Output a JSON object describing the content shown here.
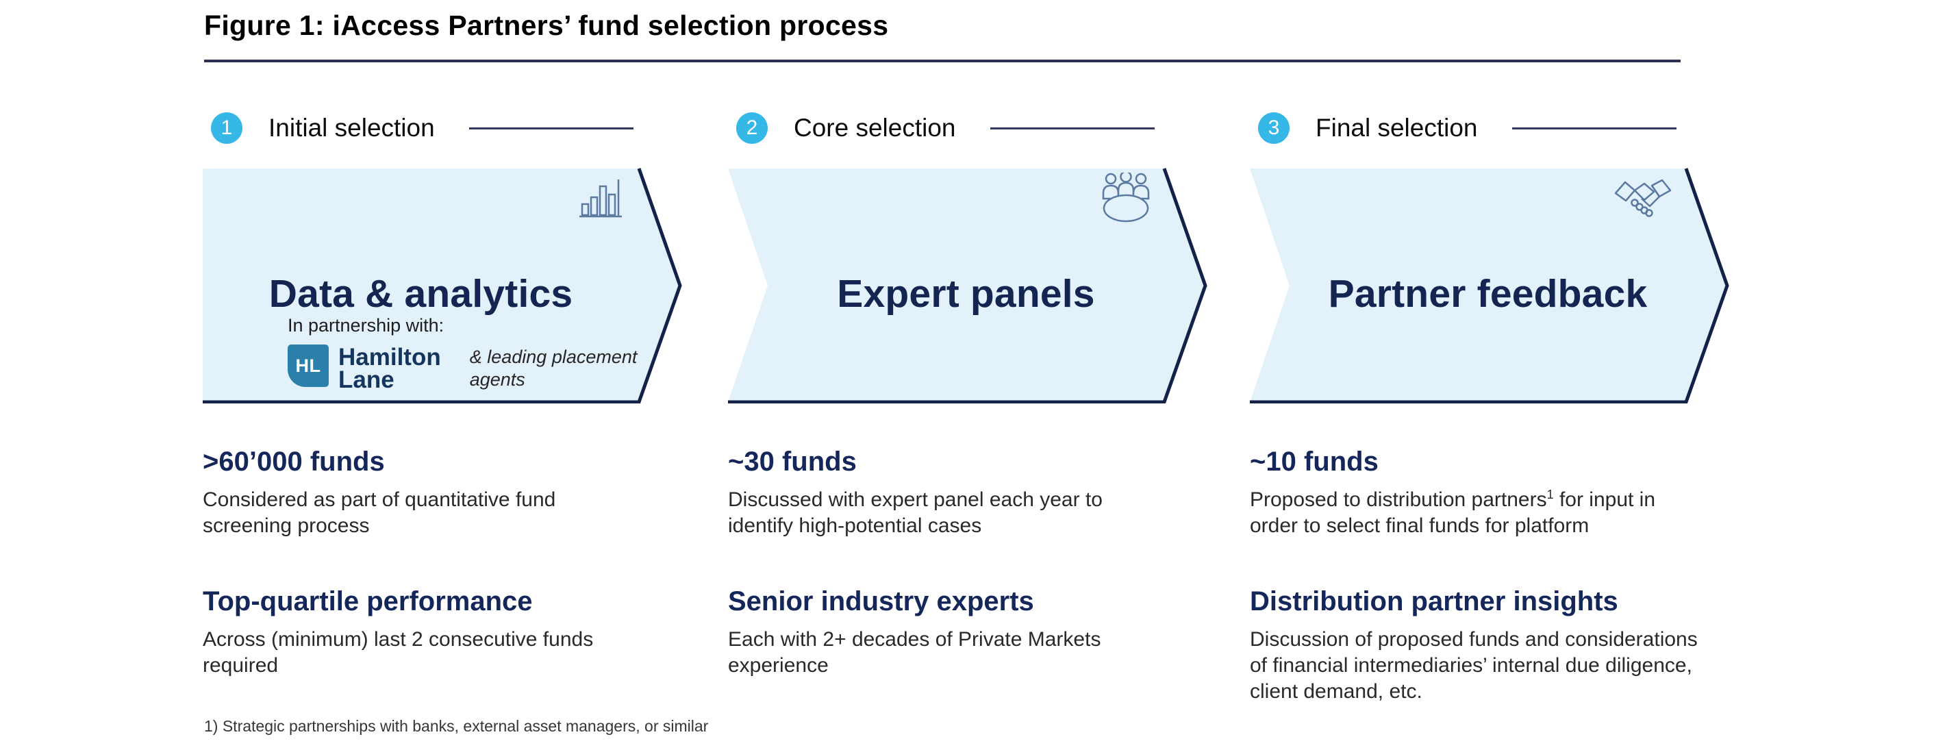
{
  "figure": {
    "title": "Figure 1: iAccess Partners’ fund selection process",
    "footnote": "1) Strategic partnerships with banks, external asset managers, or similar"
  },
  "colors": {
    "accent_cyan": "#35b7e7",
    "heading_navy": "#15275a",
    "arrow_fill": "#e3f1fb",
    "arrow_border_navy": "#14224a",
    "logo_teal": "#2a80aa",
    "icon_stroke": "#5a7aa0",
    "body_text": "#292929"
  },
  "steps": [
    {
      "number": "1",
      "label": "Initial selection",
      "arrow_title": "Data & analytics",
      "icon": "bar-chart-icon",
      "partnership": {
        "label": "In partnership with:",
        "logo_monogram": "HL",
        "logo_name": "Hamilton\nLane",
        "extra": "& leading placement\nagents"
      },
      "sections": [
        {
          "heading": ">60’000 funds",
          "body": "Considered as part of quantitative fund\nscreening process",
          "body_sup": "",
          "body_rest": ""
        },
        {
          "heading": "Top-quartile performance",
          "body": "Across (minimum) last 2 consecutive funds\nrequired",
          "body_sup": "",
          "body_rest": ""
        }
      ]
    },
    {
      "number": "2",
      "label": "Core selection",
      "arrow_title": "Expert panels",
      "icon": "expert-panel-icon",
      "sections": [
        {
          "heading": "~30 funds",
          "body": "Discussed with expert panel each year to\nidentify high-potential cases",
          "body_sup": "",
          "body_rest": ""
        },
        {
          "heading": "Senior industry experts",
          "body": "Each with 2+ decades of Private Markets\nexperience",
          "body_sup": "",
          "body_rest": ""
        }
      ]
    },
    {
      "number": "3",
      "label": "Final selection",
      "arrow_title": "Partner feedback",
      "icon": "handshake-icon",
      "sections": [
        {
          "heading": "~10 funds",
          "body": "Proposed to distribution partners",
          "body_sup": "1",
          "body_rest": " for input in\norder to select final funds for platform"
        },
        {
          "heading": "Distribution partner insights",
          "body": "Discussion of proposed funds and considerations\nof financial intermediaries’ internal due diligence,\nclient demand, etc.",
          "body_sup": "",
          "body_rest": ""
        }
      ]
    }
  ]
}
